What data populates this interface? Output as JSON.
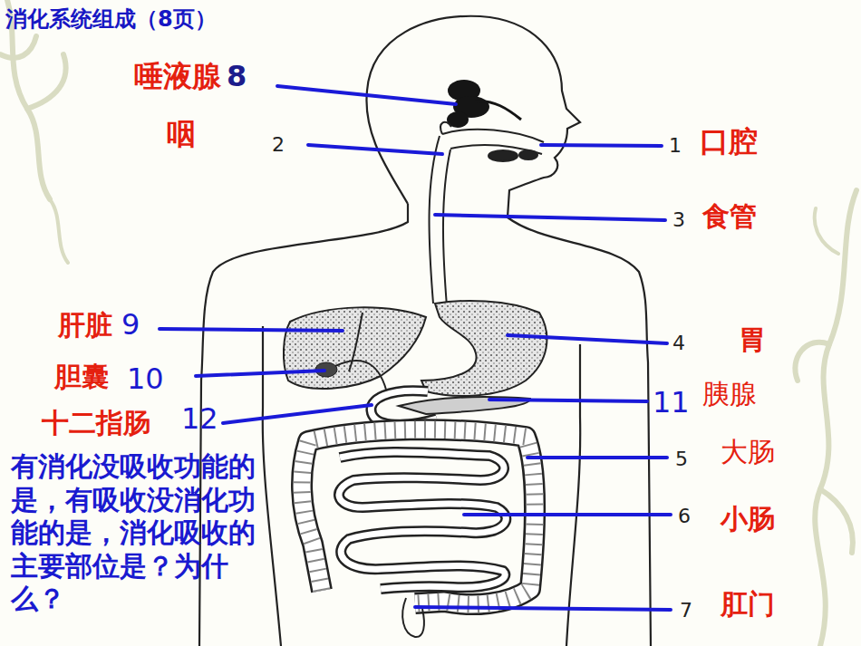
{
  "diagram": {
    "title": "消化系统组成（8页）",
    "labels": [
      "唾液腺",
      "8",
      "咽",
      "2",
      "1",
      "口腔",
      "3",
      "食管",
      "肝脏",
      "9",
      "4",
      "胃",
      "胆囊",
      "10",
      "11",
      "胰腺",
      "十二指肠",
      "12",
      "5",
      "大肠",
      "6",
      "小肠",
      "7",
      "肛门",
      "有消化没吸收功能的是，有吸收没消化功能的是，消化吸收的主要部位是？为什么？"
    ]
  }
}
